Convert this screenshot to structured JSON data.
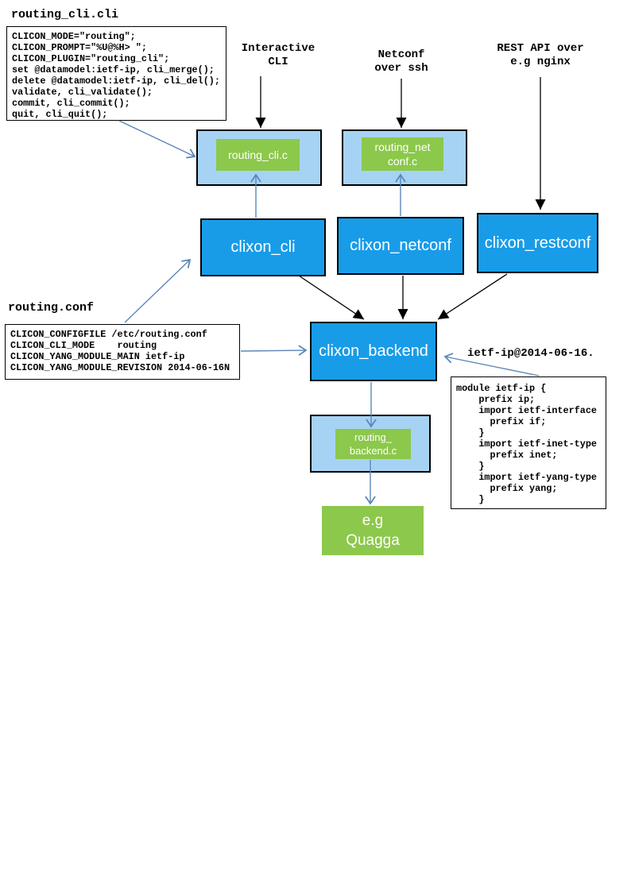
{
  "colors": {
    "node_blue": "#189CE8",
    "plugin_container_light_blue": "#A6D3F4",
    "plugin_green": "#8CC84B",
    "arrow_blue": "#5B87B8",
    "arrow_black": "#000000"
  },
  "files": {
    "cli": {
      "title": "routing_cli.cli",
      "code": [
        "CLICON_MODE=\"routing\";",
        "CLICON_PROMPT=\"%U@%H> \";",
        "CLICON_PLUGIN=\"routing_cli\";",
        "set @datamodel:ietf-ip, cli_merge();",
        "delete @datamodel:ietf-ip, cli_del();",
        "validate, cli_validate();",
        "commit, cli_commit();",
        "quit, cli_quit();"
      ]
    },
    "conf": {
      "title": "routing.conf",
      "code": [
        "CLICON_CONFIGFILE /etc/routing.conf",
        "CLICON_CLI_MODE    routing",
        "CLICON_YANG_MODULE_MAIN ietf-ip",
        "CLICON_YANG_MODULE_REVISION 2014-06-16N"
      ]
    },
    "yang": {
      "title": "ietf-ip@2014-06-16.",
      "code": [
        "module ietf-ip {",
        "    prefix ip;",
        "    import ietf-interface",
        "      prefix if;",
        "    }",
        "    import ietf-inet-type",
        "      prefix inet;",
        "    }",
        "    import ietf-yang-type",
        "      prefix yang;",
        "    }"
      ]
    }
  },
  "external_labels": {
    "interactive_cli": "Interactive\nCLI",
    "netconf_over_ssh": "Netconf\nover ssh",
    "rest_api": "REST API over\ne.g nginx"
  },
  "nodes": {
    "clixon_cli": "clixon_cli",
    "clixon_netconf": "clixon_netconf",
    "clixon_restconf": "clixon_restconf",
    "clixon_backend": "clixon_backend",
    "routing_cli_plugin": "routing_cli.c",
    "routing_netconf_plugin": "routing_net\nconf.c",
    "routing_backend_plugin": "routing_\nbackend.c",
    "quagga": "e.g\nQuagga"
  }
}
